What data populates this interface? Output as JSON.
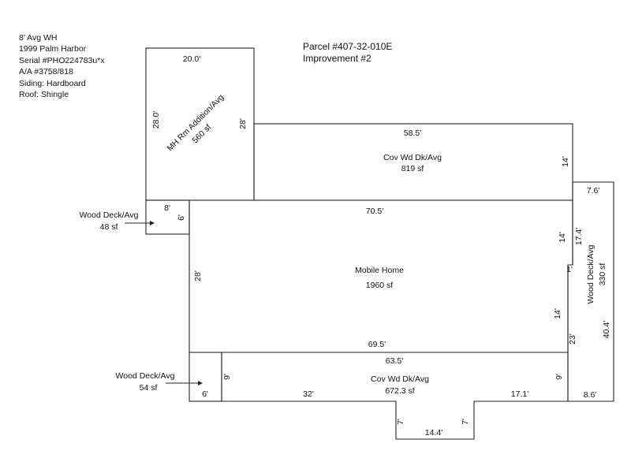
{
  "info": {
    "lines": [
      "8' Avg WH",
      "1999 Palm Harbor",
      "Serial #PHO224783u*x",
      "A/A #3758/818",
      "Siding: Hardboard",
      "Roof: Shingle"
    ]
  },
  "parcel": {
    "number": "Parcel #407-32-010E",
    "improvement": "Improvement #2"
  },
  "areas": {
    "addition": {
      "name": "MH Rm Addition/Avg",
      "area": "560 sf",
      "top": "20.0'",
      "left": "28.0'",
      "right": "28'"
    },
    "cov_deck_top": {
      "name": "Cov Wd Dk/Avg",
      "area": "819 sf",
      "top": "58.5'",
      "right": "14'"
    },
    "mobile_home": {
      "name": "Mobile Home",
      "area": "1960 sf",
      "top": "70.5'",
      "bottom": "69.5'",
      "left": "28'",
      "right_upper": "14'",
      "jog": "1'",
      "right_lower": "14'"
    },
    "deck_small_top": {
      "name": "Wood Deck/Avg",
      "area": "48 sf",
      "top": "8'",
      "right": "6'"
    },
    "deck_right": {
      "name": "Wood Deck/Avg",
      "area": "330 sf",
      "top": "7.6'",
      "left_upper": "17.4'",
      "left_lower": "23'",
      "right": "40.4'",
      "bottom": "8.6'"
    },
    "deck_small_bottom": {
      "name": "Wood Deck/Avg",
      "area": "54 sf",
      "right": "9'",
      "bottom": "6'"
    },
    "cov_deck_bottom": {
      "name": "Cov Wd Dk/Avg",
      "area": "672.3 sf",
      "top": "63.5'",
      "right": "9'",
      "bottom_left": "32'",
      "bottom_right": "17.1'",
      "notch_left": "7'",
      "notch_right": "7'",
      "notch_bottom": "14.4'"
    }
  }
}
